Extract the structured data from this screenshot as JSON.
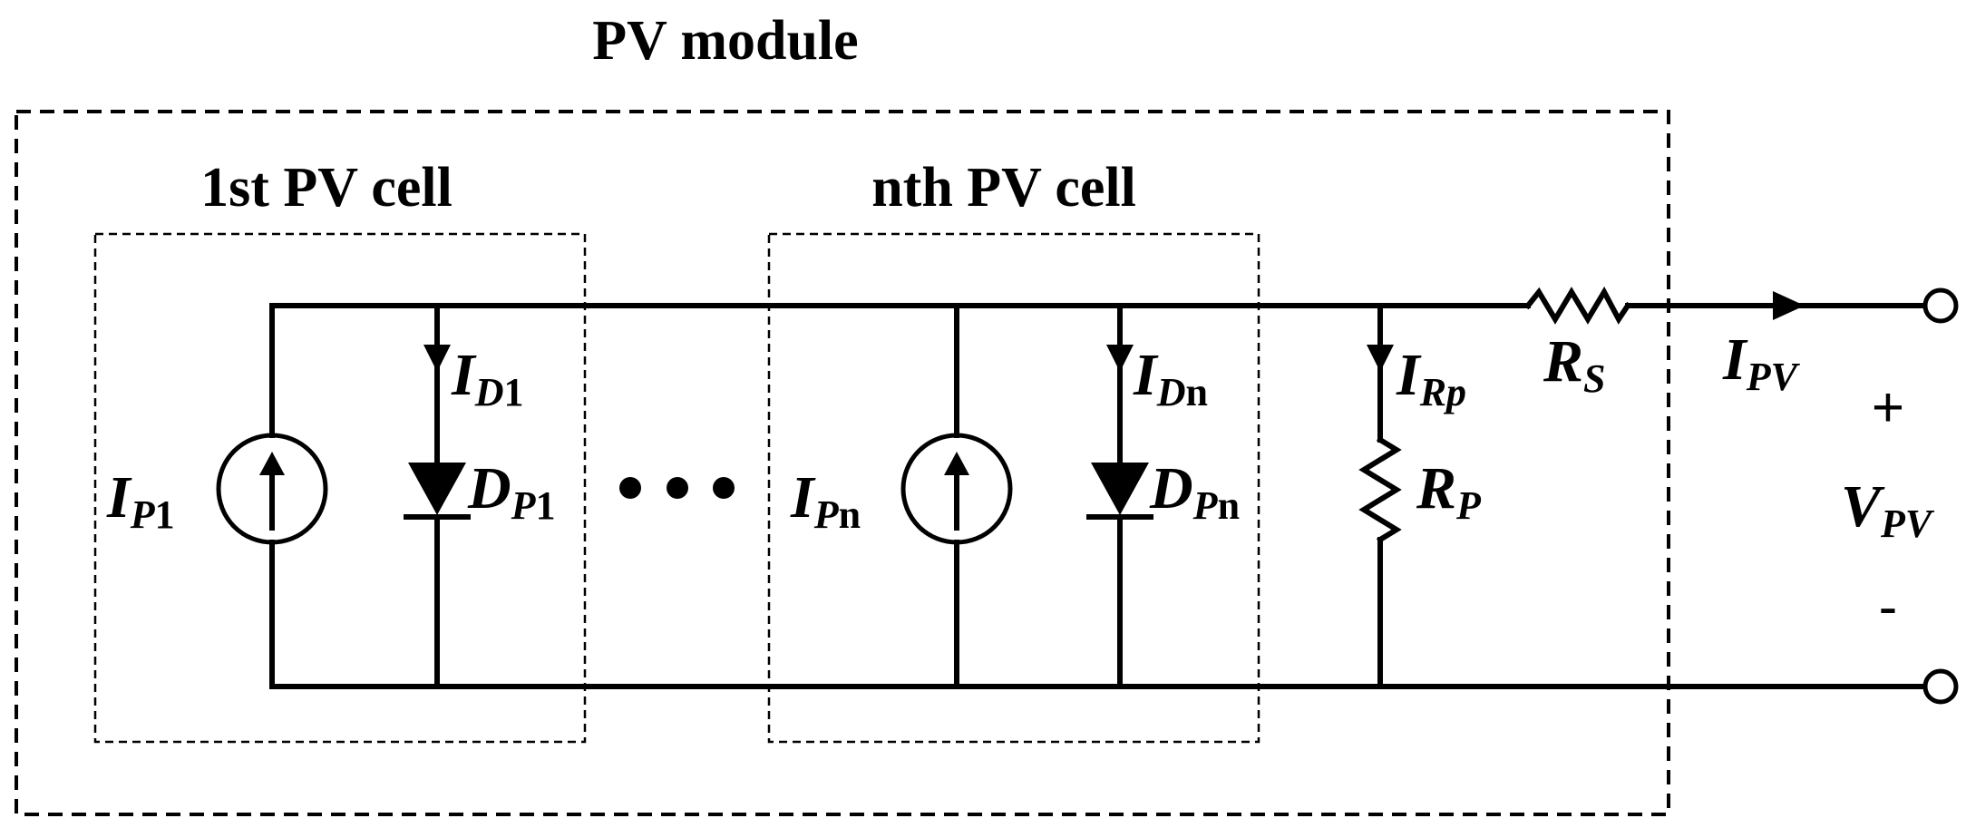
{
  "module_title": "PV module",
  "cell_first_title": "1st PV cell",
  "cell_nth_title": "nth PV cell",
  "labels": {
    "ip1": {
      "main": "I",
      "sub_italic": "P",
      "sub_plain": "1"
    },
    "id1": {
      "main": "I",
      "sub_italic": "D",
      "sub_plain": "1"
    },
    "dp1": {
      "main": "D",
      "sub_italic": "P",
      "sub_plain": "1"
    },
    "ipn": {
      "main": "I",
      "sub_italic": "P",
      "sub_plain": "n"
    },
    "idn": {
      "main": "I",
      "sub_italic": "D",
      "sub_plain": "n"
    },
    "dpn": {
      "main": "D",
      "sub_italic": "P",
      "sub_plain": "n"
    },
    "irp": {
      "main": "I",
      "sub_italic": "Rp"
    },
    "rp": {
      "main": "R",
      "sub_italic": "P"
    },
    "rs": {
      "main": "R",
      "sub_italic": "S"
    },
    "ipv": {
      "main": "I",
      "sub_italic": "PV"
    },
    "vpv": {
      "main": "V",
      "sub_italic": "PV"
    }
  },
  "plus_sign": "+",
  "minus_sign": "-",
  "ellipsis": "•••"
}
